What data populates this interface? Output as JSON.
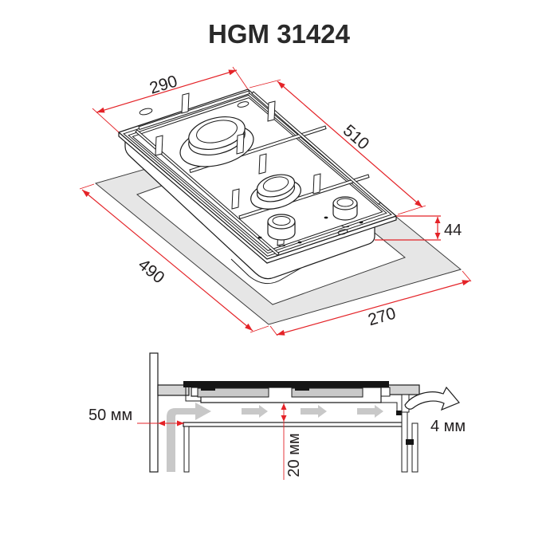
{
  "header": {
    "title": "HGM 31424"
  },
  "colors": {
    "accent_red": "#e42328",
    "line_black": "#1c1c1c",
    "cutout_gray": "#e6e6e6",
    "worktop_gray": "#d4d4d4",
    "airflow_gray": "#c8c8c8",
    "text_dark": "#231f20"
  },
  "iso": {
    "description": "two-burner domino gas hob isometric view with worktop cutout",
    "dim_width": "290",
    "dim_length": "510",
    "dim_height": "44",
    "dim_cutout_length": "490",
    "dim_cutout_width": "270"
  },
  "section": {
    "description": "installation cross-section with ventilation airflow",
    "clearance_wall": "50 мм",
    "clearance_bottom": "20 мм",
    "clearance_side": "4 мм"
  }
}
